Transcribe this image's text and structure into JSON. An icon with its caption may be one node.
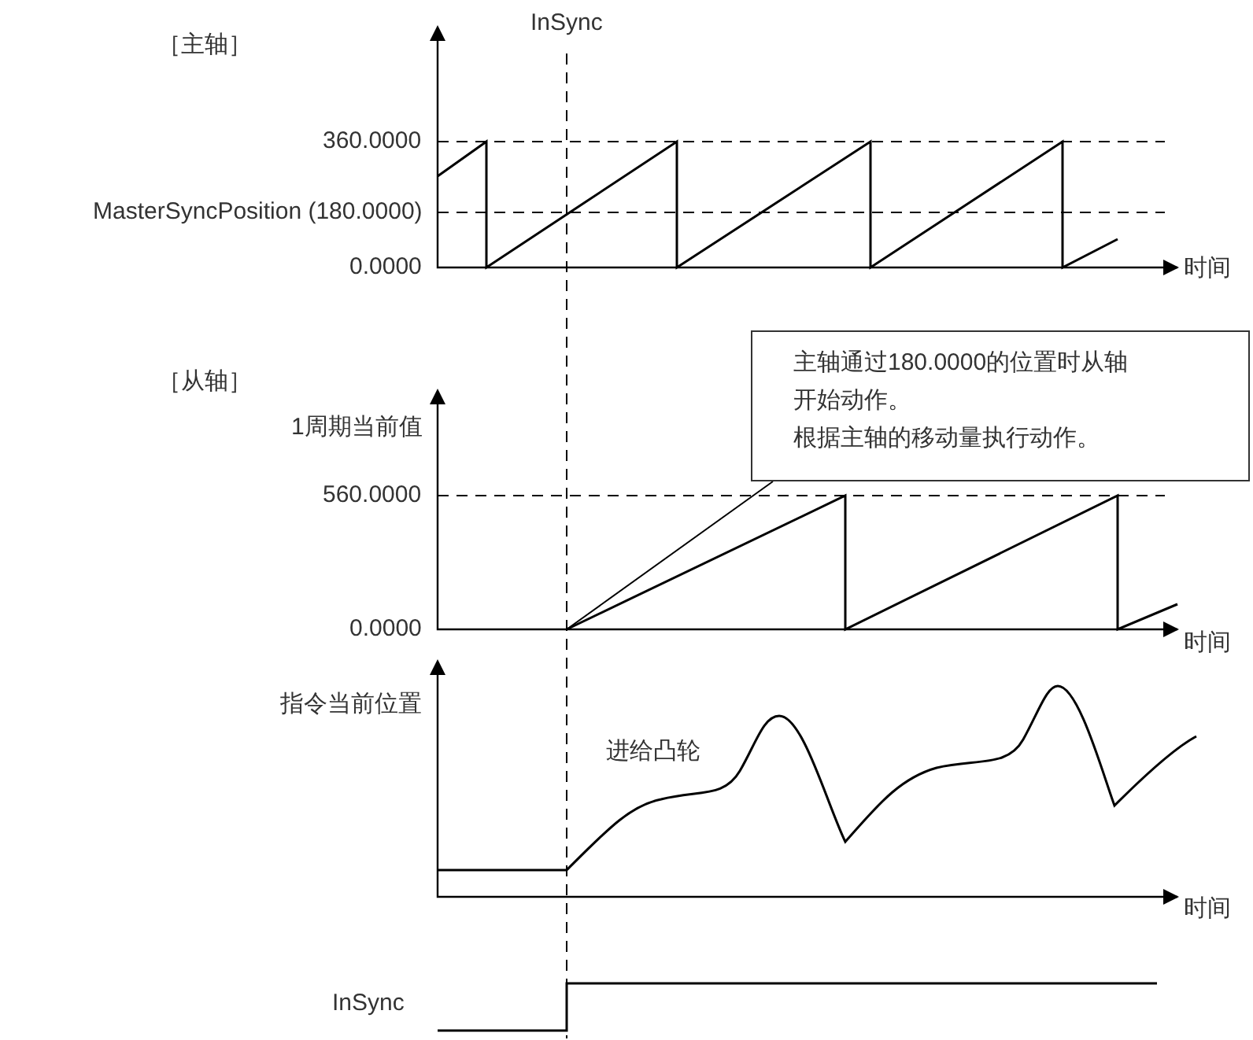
{
  "diagram": {
    "nodes": [
      {
        "text": [
          "主轴通过180.0000的位置时从轴开始动作。",
          "根据主轴的移动量执行动作。"
        ]
      },
      {
        "text": [],
        "shape": "line"
      }
    ],
    "edges": [
      {
        "from": 0,
        "to": 1,
        "arrow": "none"
      }
    ],
    "labels": [
      "［主轴］",
      "InSync",
      "360.0000",
      "MasterSyncPosition (180.0000)",
      "0.0000",
      "时间",
      "［从轴］",
      "1周期当前值",
      "560.0000",
      "0.0000",
      "时间",
      "指令当前位置",
      "进给凸轮",
      "时间",
      "InSync"
    ]
  }
}
